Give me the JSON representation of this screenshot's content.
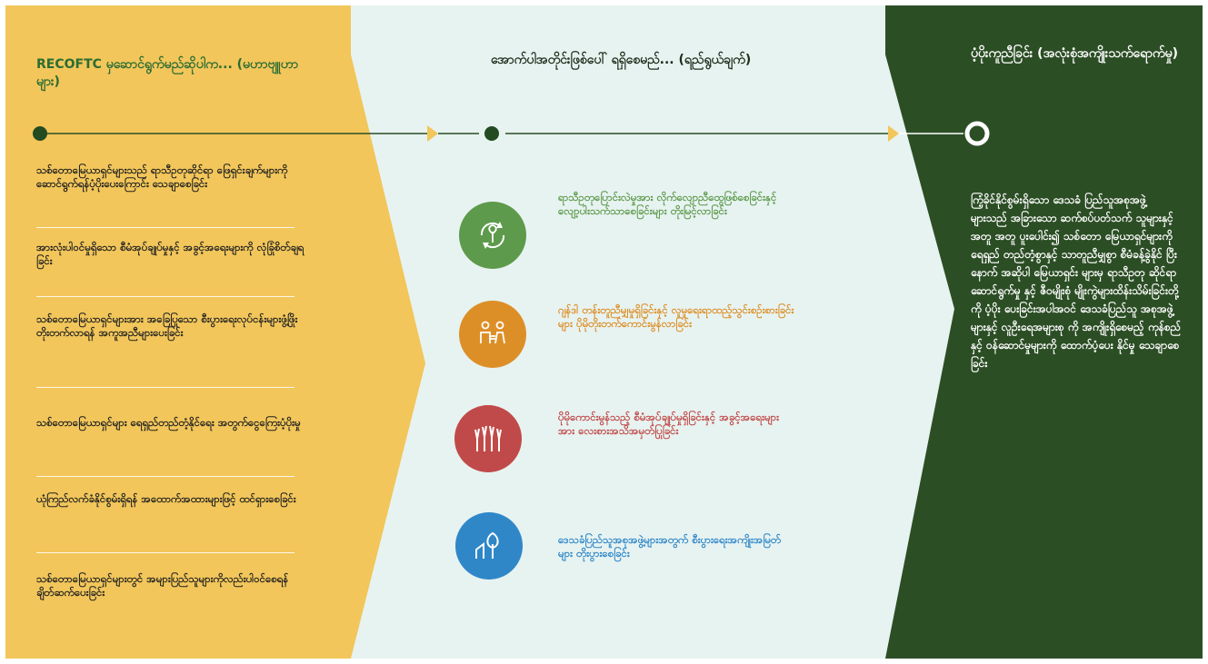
{
  "headers": {
    "inputs": "RECOFTC မှဆောင်ရွက်မည်ဆိုပါက... (မဟာဗျူဟာများ)",
    "outcomes": "အောက်ပါအတိုင်းဖြစ်ပေါ် ရရှိစေမည်... (ရည်ရွယ်ချက်)",
    "impact": "ပံ့ပိုးကူညီခြင်း (အလုံးစုံအကျိုးသက်ရောက်မှု)"
  },
  "strategies": [
    "သစ်တောမြေယာရှင်များသည် ရာသီဥတုဆိုင်ရာ ဖြေရှင်းချက်များကို ဆောင်ရွက်ရန်ပံ့ပိုးပေးကြောင်း သေချာစေခြင်း",
    "အားလုံးပါဝင်မှုရှိသော စီမံအုပ်ချုပ်မှုနှင့် အခွင့်အရေးများကို လုံခြုံစိတ်ချရခြင်း",
    "သစ်တောမြေယာရှင်များအား အခြေပြုသော စီးပွားရေးလုပ်ငန်းများဖွံ့ဖြိုးတိုးတက်လာရန် အကူအညီများပေးခြင်း",
    "သစ်တောမြေယာရှင်များ ရေရှည်တည်တံ့နိုင်ရေး အတွက်ငွေကြေးပံ့ပိုးမှု",
    "ယုံကြည်လက်ခံနိုင်စွမ်းရှိရန် အထောက်အထားများဖြင့် ထင်ရှားစေခြင်း",
    "သစ်တောမြေယာရှင်များတွင် အများပြည်သူများကိုလည်းပါဝင်စေရန် ချိတ်ဆက်ပေးခြင်း"
  ],
  "outcomes": [
    {
      "icon": "climate-cycle-icon",
      "color": "#5e9a4c",
      "text": "ရာသီဥတုပြောင်းလဲမှုအား လိုက်လျောညီထွေဖြစ်စေခြင်းနှင့် လျော့ပါးသက်သာစေခြင်းများ တိုးမြင့်လာခြင်း"
    },
    {
      "icon": "gender-equality-icon",
      "color": "#dd8f27",
      "text": "ဂျန်ဒါ တန်းတူညီမျှမှုရှိခြင်းနှင့် လူမှုရေးရာထည့်သွင်းစဉ်းစားခြင်းများ ပိုမိုတိုးတက်ကောင်းမွန်လာခြင်း"
    },
    {
      "icon": "raised-hands-icon",
      "color": "#c04a49",
      "text": "ပိုမိုကောင်းမွန်သည့် စီမံအုပ်ချုပ်မှုရှိခြင်းနှင့် အခွင့်အရေးများအား လေးစားအသိအမှတ်ပြုခြင်း"
    },
    {
      "icon": "house-tree-icon",
      "color": "#2f87c8",
      "text": "ဒေသခံပြည်သူအစုအဖွဲ့များအတွက် စီးပွားရေးအကျိုးအမြတ်များ တိုးပွားစေခြင်း"
    }
  ],
  "impact_text": "ကြံ့ခိုင်နိုင်စွမ်းရှိသော ဒေသခံ ပြည်သူအစုအဖွဲ့များသည် အခြားသော ဆက်စပ်ပတ်သက် သူများနှင့် အတူ အတူ ပူးပေါင်း၍ သစ်တော မြေယာရှင်များကို ရေရှည် တည်တံ့စွာနှင့် သာတူညီမျှစွာ စီမံခန့်ခွဲနိုင် ပြီးနောက် အဆိုပါ မြေယာရှင်း များမှ ရာသီဥတု ဆိုင်ရာ ဆောင်ရွက်မှု နှင့် ဇီဝမျိုးစုံ မျိုးကွဲများထိန်းသိမ်းခြင်းတို့ကို ပံ့ပိုး ပေးခြင်းအပါအဝင် ဒေသခံပြည်သူ အစုအဖွဲ့များနှင့် လူဦးရေအများစု ကို အကျိုးရှိစေမည့် ကုန်စည် နှင့် ဝန်ဆောင်မှုများကို ထောက်ပံ့ပေး နိုင်မှု သေချာစေခြင်း",
  "colors": {
    "yellow": "#f2c65a",
    "mint": "#e7f3f1",
    "forest": "#2c4e25",
    "node": "#234a20"
  }
}
